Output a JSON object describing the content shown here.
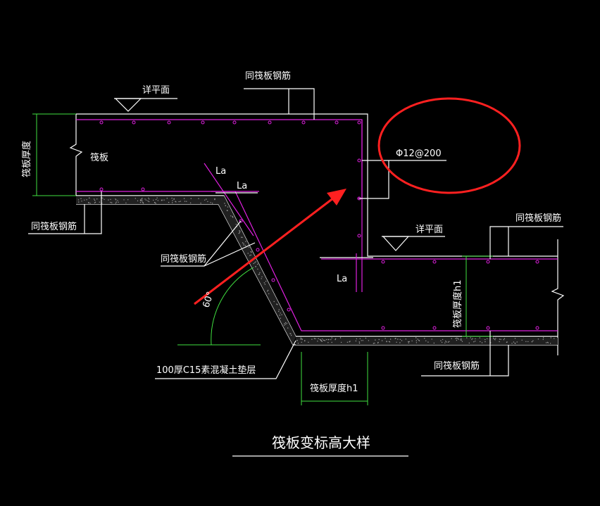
{
  "labels": {
    "title": "筏板变标高大样",
    "same_rebar_top": "同筏板钢筋",
    "same_rebar_left": "同筏板钢筋",
    "same_rebar_diag": "同筏板钢筋",
    "same_rebar_right_top": "同筏板钢筋",
    "same_rebar_right_bottom": "同筏板钢筋",
    "see_plan_left": "详平面",
    "see_plan_right": "详平面",
    "raft": "筏板",
    "raft_thickness_left": "筏板厚度",
    "raft_thickness_right": "筏板厚度h1",
    "raft_thickness_bottom": "筏板厚度h1",
    "la_1": "La",
    "la_2": "La",
    "la_3": "La",
    "rebar_spec": "Φ12@200",
    "angle": "60°",
    "cushion": "100厚C15素混凝土垫层"
  },
  "colors": {
    "background": "#000000",
    "line": "#ffffff",
    "rebar": "#e020e0",
    "dimension": "#40e040",
    "highlight": "#ff2020"
  }
}
